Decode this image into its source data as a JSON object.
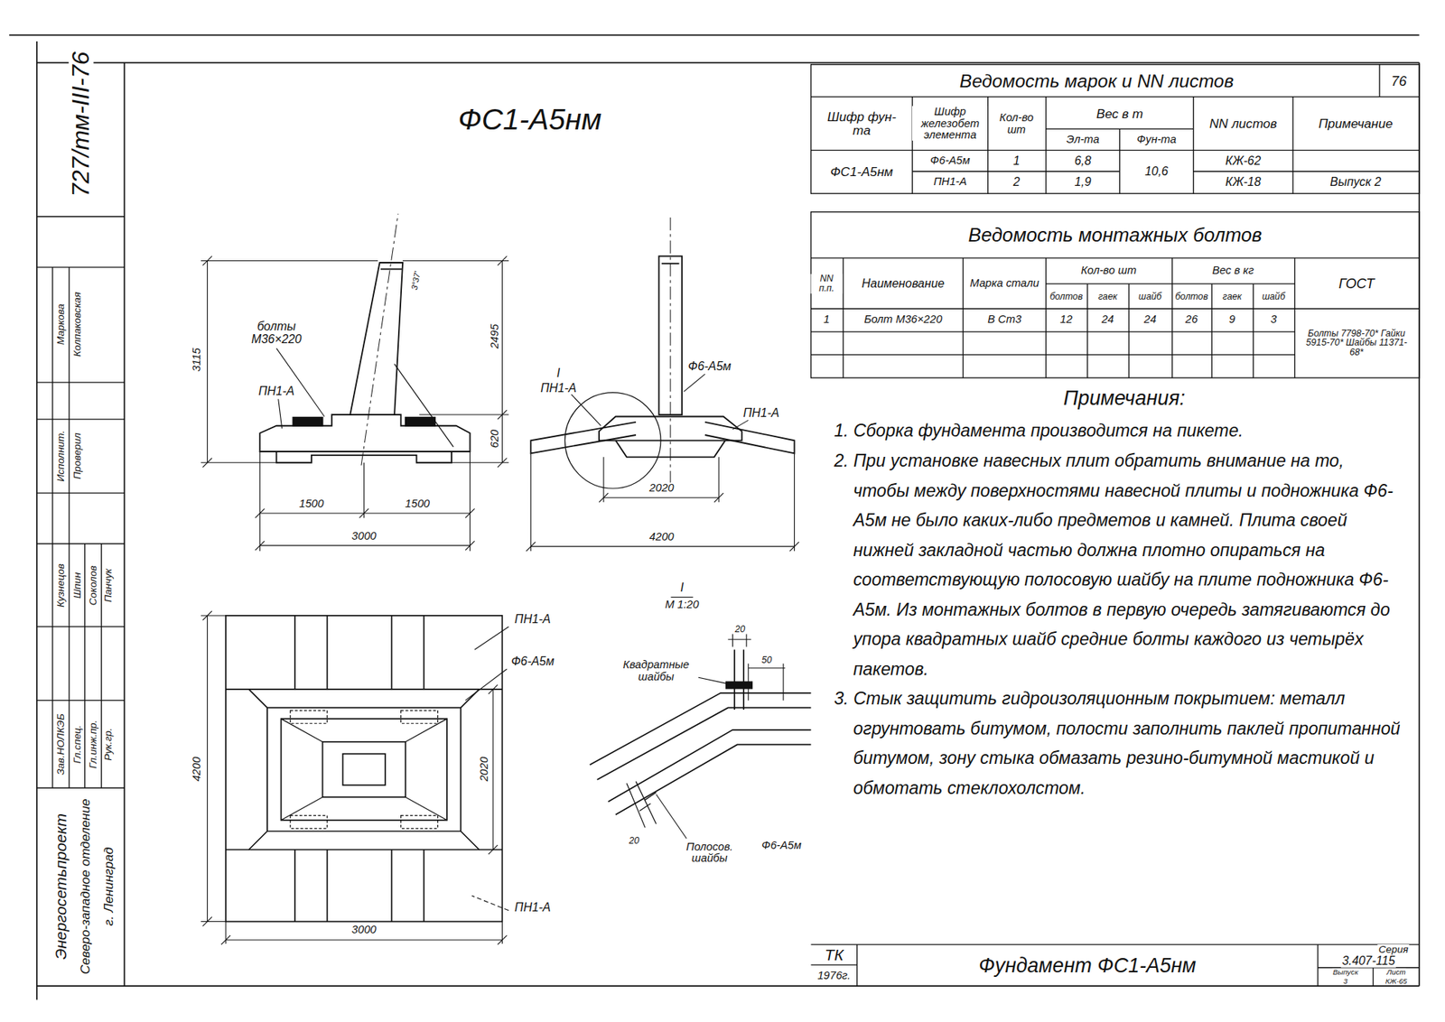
{
  "diagram": {
    "title": "ФС1-А5нм",
    "labels": [
      "727/тм-III-76",
      "Энергосетьпроект",
      "Северо-западное отделение",
      "г. Ленинград",
      "Зав.НОЛКЭБ",
      "Гл.спец.",
      "Гл.инж.пр.",
      "Рук.гр.",
      "Кузнецов",
      "Шпин",
      "Соколов",
      "Панчук",
      "Исполнит.",
      "Проверил",
      "Маркова",
      "Колпаковская",
      "Ведомость марок и NN листов",
      "76",
      "Шифр фун-та",
      "Шифр железобет элемента",
      "Кол-во шт",
      "Вес в т",
      "Эл-та",
      "Фун-та",
      "NN листов",
      "Примечание",
      "ФС1-А5нм",
      "Ф6-А5м",
      "1",
      "6,8",
      "10,6",
      "КЖ-62",
      "ПН1-А",
      "2",
      "1,9",
      "КЖ-18",
      "Выпуск 2",
      "Ведомость монтажных болтов",
      "NN п.п.",
      "Наименование",
      "Марка стали",
      "Кол-во шт",
      "болтов",
      "гаек",
      "шайб",
      "Вес в кг",
      "болтов",
      "гаек",
      "шайб",
      "ГОСТ",
      "1",
      "Болт М36×220",
      "В Ст3",
      "12",
      "24",
      "24",
      "26",
      "9",
      "3",
      "Болты 7798-70* Гайки 5915-70* Шайбы 11371-68*",
      "Примечания:",
      "1. Сборка фундамента производится на пикете.",
      "2. При установке навесных плит обратить внимание на то, чтобы между поверхностями навесной плиты и подножника Ф6-А5м не было каких-либо предметов и камней. Плита своей нижней закладной частью должна плотно опираться на соответствующую полосовую шайбу на плите подножника Ф6-А5м. Из монтажных болтов в первую очередь затягиваются до упора квадратных шайб средние болты каждого из четырёх пакетов.",
      "3. Стык защитить гидроизоляционным покрытием: металл огрунтовать битумом, полости заполнить паклей пропитанной битумом, зону стыка обмазать резино-битумной мастикой и обмотать стеклохолстом.",
      "болты М36×220",
      "ПН1-А",
      "3115",
      "2495",
      "620",
      "3°37'",
      "1500",
      "1500",
      "3000",
      "I",
      "ПН1-А",
      "Ф6-А5м",
      "ПН1-А",
      "2020",
      "4200",
      "ПН1-А",
      "Ф6-А5м",
      "4200",
      "2020",
      "ПН1-А",
      "3000",
      "I",
      "М 1:20",
      "Квадратные шайбы",
      "20",
      "50",
      "20",
      "Полосов. шайбы",
      "Ф6-А5м",
      "ТК",
      "1976г.",
      "Фундамент ФС1-А5нм",
      "Серия",
      "3.407-115",
      "Выпуск",
      "3",
      "Лист",
      "КЖ-65"
    ]
  }
}
